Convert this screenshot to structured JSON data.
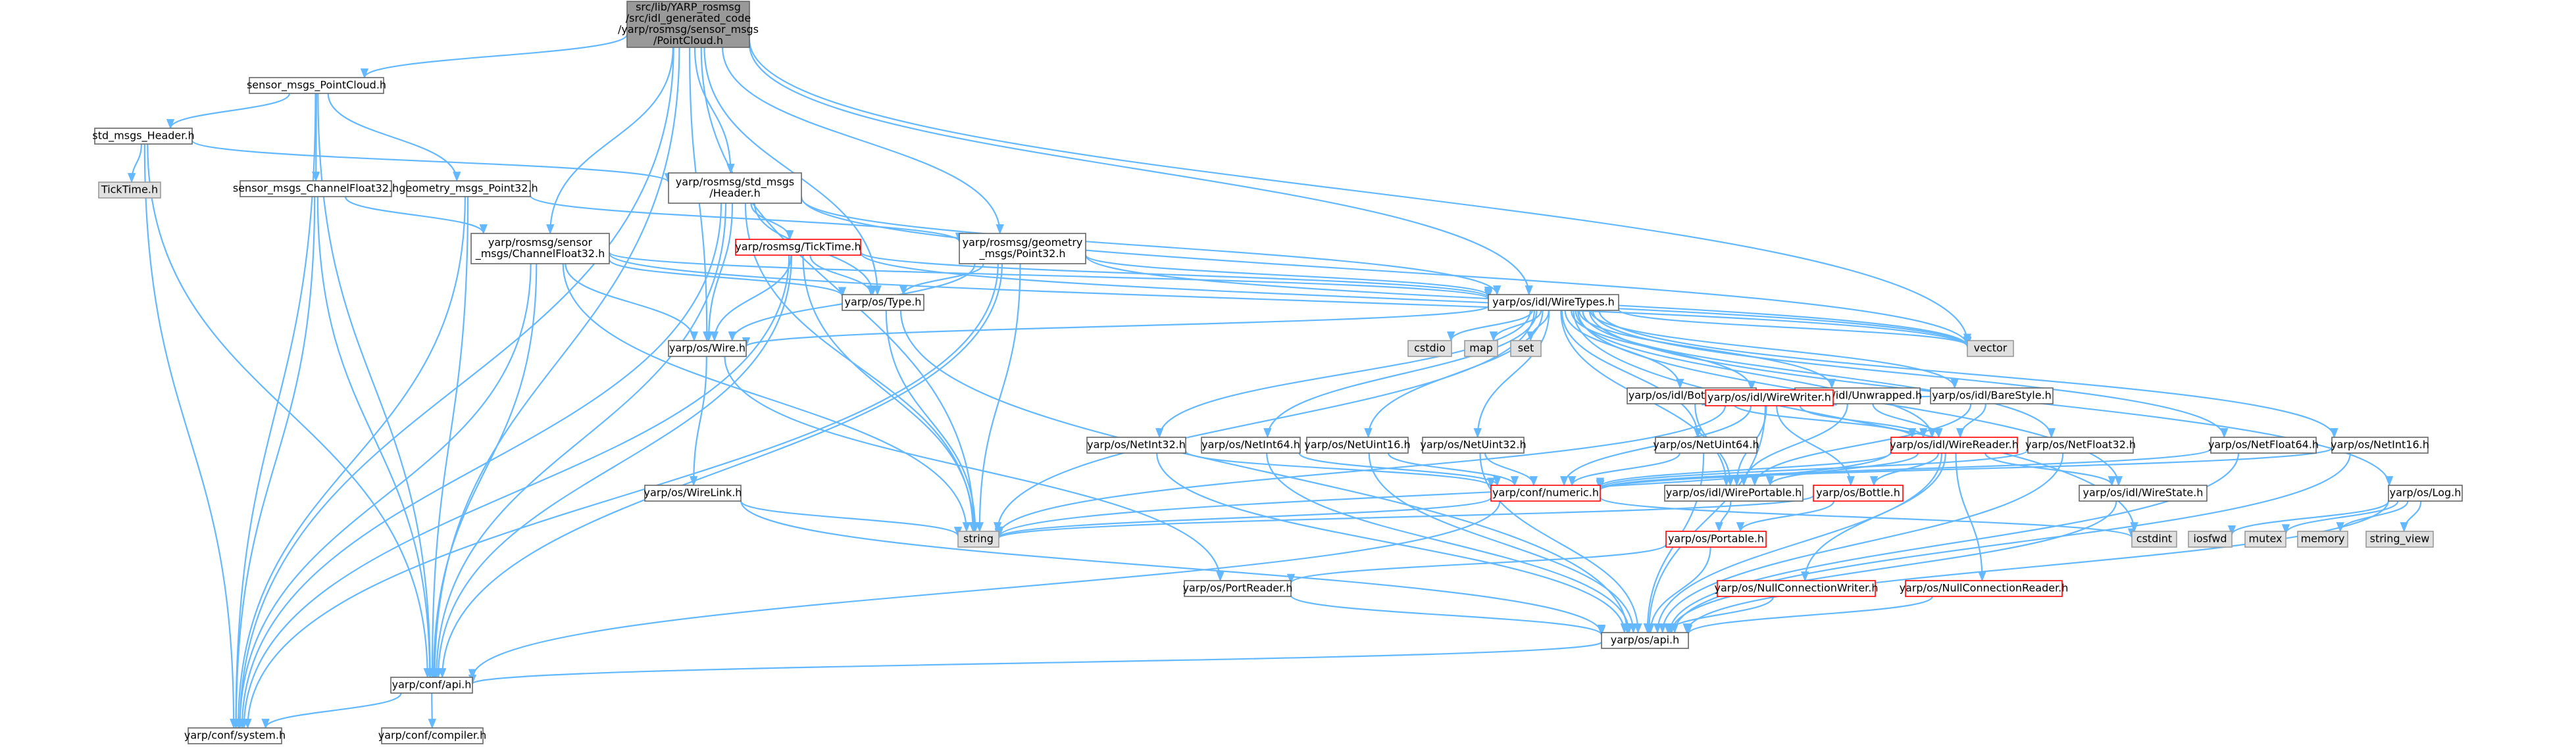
{
  "diagram": {
    "title": "",
    "colors": {
      "edge": "#63b8ff",
      "node_fill": "#ffffff",
      "node_border": "#666666",
      "system_fill": "#e0e0e0",
      "root_fill": "#999999",
      "truncated_border": "#ff0000"
    },
    "nodes": [
      {
        "id": "root",
        "style": "root",
        "lines": [
          "src/lib/YARP_rosmsg",
          "/src/idl_generated_code",
          "/yarp/rosmsg/sensor_msgs",
          "/PointCloud.h"
        ]
      },
      {
        "id": "sensor_msgs_PointCloud",
        "style": "white",
        "lines": [
          "sensor_msgs_PointCloud.h"
        ]
      },
      {
        "id": "std_msgs_Header",
        "style": "white",
        "lines": [
          "std_msgs_Header.h"
        ]
      },
      {
        "id": "TickTime",
        "style": "gray",
        "lines": [
          "TickTime.h"
        ]
      },
      {
        "id": "sensor_msgs_ChannelFloat32",
        "style": "white",
        "lines": [
          "sensor_msgs_ChannelFloat32.h"
        ]
      },
      {
        "id": "geometry_msgs_Point32",
        "style": "white",
        "lines": [
          "geometry_msgs_Point32.h"
        ]
      },
      {
        "id": "yarp_rosmsg_std_msgs_Header",
        "style": "white",
        "lines": [
          "yarp/rosmsg/std_msgs",
          "/Header.h"
        ]
      },
      {
        "id": "yarp_rosmsg_TickTime",
        "style": "red",
        "lines": [
          "yarp/rosmsg/TickTime.h"
        ]
      },
      {
        "id": "yarp_rosmsg_sensor_ChannelFloat32",
        "style": "white",
        "lines": [
          "yarp/rosmsg/sensor",
          "_msgs/ChannelFloat32.h"
        ]
      },
      {
        "id": "yarp_rosmsg_geometry_Point32",
        "style": "white",
        "lines": [
          "yarp/rosmsg/geometry",
          "_msgs/Point32.h"
        ]
      },
      {
        "id": "yarp_os_Type",
        "style": "white",
        "lines": [
          "yarp/os/Type.h"
        ]
      },
      {
        "id": "yarp_os_idl_WireTypes",
        "style": "white",
        "lines": [
          "yarp/os/idl/WireTypes.h"
        ]
      },
      {
        "id": "yarp_os_Wire",
        "style": "white",
        "lines": [
          "yarp/os/Wire.h"
        ]
      },
      {
        "id": "cstdio",
        "style": "gray",
        "lines": [
          "cstdio"
        ]
      },
      {
        "id": "map",
        "style": "gray",
        "lines": [
          "map"
        ]
      },
      {
        "id": "set",
        "style": "gray",
        "lines": [
          "set"
        ]
      },
      {
        "id": "vector",
        "style": "gray",
        "lines": [
          "vector"
        ]
      },
      {
        "id": "yarp_os_idl_BottleStyle",
        "style": "white",
        "lines": [
          "yarp/os/idl/BottleStyle.h"
        ]
      },
      {
        "id": "yarp_os_idl_Unwrapped",
        "style": "white",
        "lines": [
          "yarp/os/idl/Unwrapped.h"
        ]
      },
      {
        "id": "yarp_os_idl_BareStyle",
        "style": "white",
        "lines": [
          "yarp/os/idl/BareStyle.h"
        ]
      },
      {
        "id": "yarp_os_idl_WireWriter",
        "style": "red",
        "lines": [
          "yarp/os/idl/WireWriter.h"
        ]
      },
      {
        "id": "yarp_os_idl_WireReader",
        "style": "red",
        "lines": [
          "yarp/os/idl/WireReader.h"
        ]
      },
      {
        "id": "yarp_os_NetInt32",
        "style": "white",
        "lines": [
          "yarp/os/NetInt32.h"
        ]
      },
      {
        "id": "yarp_os_NetInt64",
        "style": "white",
        "lines": [
          "yarp/os/NetInt64.h"
        ]
      },
      {
        "id": "yarp_os_NetUint16",
        "style": "white",
        "lines": [
          "yarp/os/NetUint16.h"
        ]
      },
      {
        "id": "yarp_os_NetUint32",
        "style": "white",
        "lines": [
          "yarp/os/NetUint32.h"
        ]
      },
      {
        "id": "yarp_os_NetUint64",
        "style": "white",
        "lines": [
          "yarp/os/NetUint64.h"
        ]
      },
      {
        "id": "yarp_os_NetFloat32",
        "style": "white",
        "lines": [
          "yarp/os/NetFloat32.h"
        ]
      },
      {
        "id": "yarp_os_NetFloat64",
        "style": "white",
        "lines": [
          "yarp/os/NetFloat64.h"
        ]
      },
      {
        "id": "yarp_os_NetInt16",
        "style": "white",
        "lines": [
          "yarp/os/NetInt16.h"
        ]
      },
      {
        "id": "yarp_os_WireLink",
        "style": "white",
        "lines": [
          "yarp/os/WireLink.h"
        ]
      },
      {
        "id": "yarp_conf_numeric",
        "style": "red",
        "lines": [
          "yarp/conf/numeric.h"
        ]
      },
      {
        "id": "yarp_os_idl_WirePortable",
        "style": "white",
        "lines": [
          "yarp/os/idl/WirePortable.h"
        ]
      },
      {
        "id": "yarp_os_Bottle",
        "style": "red",
        "lines": [
          "yarp/os/Bottle.h"
        ]
      },
      {
        "id": "yarp_os_idl_WireState",
        "style": "white",
        "lines": [
          "yarp/os/idl/WireState.h"
        ]
      },
      {
        "id": "yarp_os_Log",
        "style": "white",
        "lines": [
          "yarp/os/Log.h"
        ]
      },
      {
        "id": "string",
        "style": "gray",
        "lines": [
          "string"
        ]
      },
      {
        "id": "yarp_os_Portable",
        "style": "red",
        "lines": [
          "yarp/os/Portable.h"
        ]
      },
      {
        "id": "cstdint",
        "style": "gray",
        "lines": [
          "cstdint"
        ]
      },
      {
        "id": "iosfwd",
        "style": "gray",
        "lines": [
          "iosfwd"
        ]
      },
      {
        "id": "mutex",
        "style": "gray",
        "lines": [
          "mutex"
        ]
      },
      {
        "id": "memory",
        "style": "gray",
        "lines": [
          "memory"
        ]
      },
      {
        "id": "string_view",
        "style": "gray",
        "lines": [
          "string_view"
        ]
      },
      {
        "id": "yarp_os_PortReader",
        "style": "white",
        "lines": [
          "yarp/os/PortReader.h"
        ]
      },
      {
        "id": "yarp_os_NullConnectionWriter",
        "style": "red",
        "lines": [
          "yarp/os/NullConnectionWriter.h"
        ]
      },
      {
        "id": "yarp_os_NullConnectionReader",
        "style": "red",
        "lines": [
          "yarp/os/NullConnectionReader.h"
        ]
      },
      {
        "id": "yarp_os_api",
        "style": "white",
        "lines": [
          "yarp/os/api.h"
        ]
      },
      {
        "id": "yarp_conf_api",
        "style": "white",
        "lines": [
          "yarp/conf/api.h"
        ]
      },
      {
        "id": "yarp_conf_system",
        "style": "white",
        "lines": [
          "yarp/conf/system.h"
        ]
      },
      {
        "id": "yarp_conf_compiler",
        "style": "white",
        "lines": [
          "yarp/conf/compiler.h"
        ]
      }
    ]
  }
}
